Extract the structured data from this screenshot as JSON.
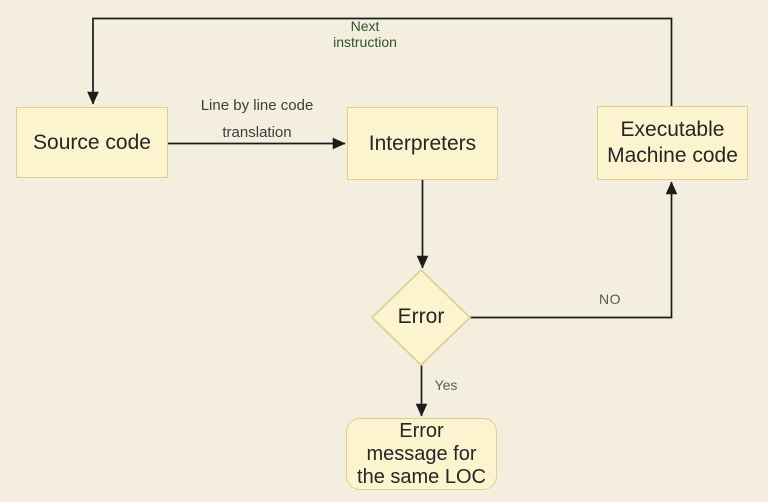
{
  "colors": {
    "background": "#f3eedd",
    "node_fill": "#fcf3cf",
    "node_stroke": "#e0cd96",
    "line": "#1c1c1c",
    "node_text": "#262626",
    "edge_label": "#595959",
    "edge_label_dark": "#3d3d3d",
    "green_label": "#2e512e"
  },
  "diagram": {
    "type": "flowchart",
    "topic": "Interpreter line-by-line execution flow"
  },
  "nodes": {
    "source_code": {
      "label": "Source code",
      "shape": "rectangle"
    },
    "interpreters": {
      "label": "Interpreters",
      "shape": "rectangle"
    },
    "executable_machine_code": {
      "label": "Executable\nMachine code",
      "shape": "rectangle"
    },
    "error_decision": {
      "label": "Error",
      "shape": "diamond"
    },
    "error_message": {
      "label": "Error\nmessage for\nthe same LOC",
      "shape": "rounded-rectangle"
    }
  },
  "edges": {
    "translation": {
      "from": "source_code",
      "to": "interpreters",
      "label": "Line by line code\ntranslation"
    },
    "interpreters_to_error": {
      "from": "interpreters",
      "to": "error_decision",
      "label": ""
    },
    "no_branch": {
      "from": "error_decision",
      "to": "executable_machine_code",
      "label": "NO"
    },
    "yes_branch": {
      "from": "error_decision",
      "to": "error_message",
      "label": "Yes"
    },
    "next_instruction_loop": {
      "from": "executable_machine_code",
      "to": "source_code",
      "label": "Next\ninstruction"
    }
  }
}
